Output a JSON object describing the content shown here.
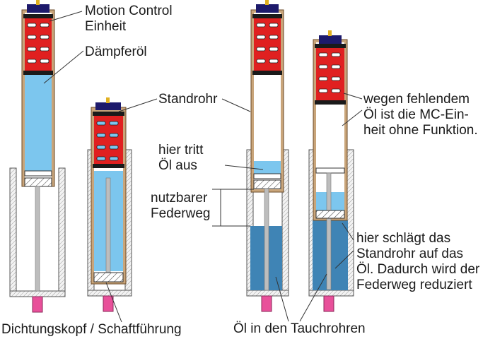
{
  "colors": {
    "oil_light": "#7cc6ee",
    "oil_dark": "#3f84b5",
    "tube_wall": "#c9a57a",
    "tube_outline": "#6b4b2a",
    "mc_unit": "#e02020",
    "cap": "#1d1a6b",
    "pin": "#e0b020",
    "seal_pink": "#e8509a",
    "rod": "#bdbdbd",
    "hatch": "#3a3a3a"
  },
  "labels": {
    "motion_control_line1": "Motion Control",
    "motion_control_line2": "Einheit",
    "daempferoel": "Dämpferöl",
    "standrohr": "Standrohr",
    "tritt_line1": "hier tritt",
    "tritt_line2": "Öl aus",
    "nutzbarer_line1": "nutzbarer",
    "nutzbarer_line2": "Federweg",
    "fehlend_line1": "wegen fehlendem",
    "fehlend_line2": "Öl ist die MC-Ein-",
    "fehlend_line3": "heit ohne Funktion.",
    "schlaegt_line1": "hier schlägt das",
    "schlaegt_line2": "Standrohr auf das",
    "schlaegt_line3": "Öl. Dadurch wird der",
    "schlaegt_line4": "Federweg reduziert",
    "dichtungskopf": "Dichtungskopf / Schaftführung",
    "oel_tauchrohr": "Öl in den Tauchrohren"
  }
}
